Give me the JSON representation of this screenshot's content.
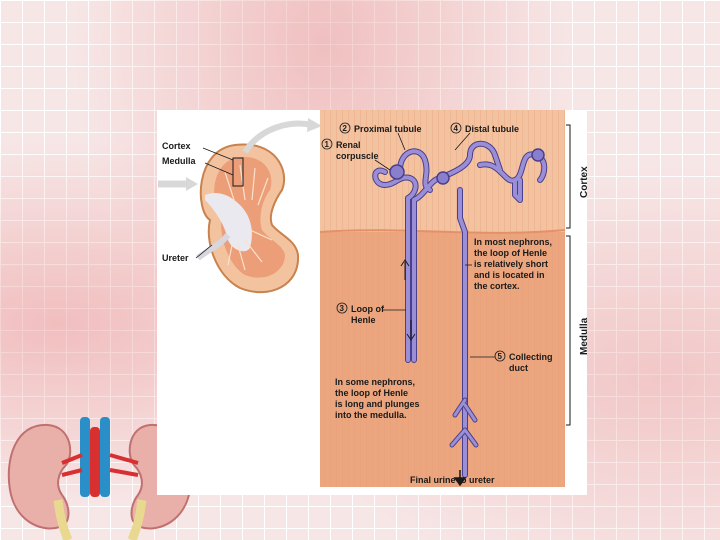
{
  "kidney_labels": {
    "cortex": "Cortex",
    "medulla": "Medulla",
    "ureter": "Ureter"
  },
  "structure_labels": {
    "proximal_tubule": "Proximal tubule",
    "distal_tubule": "Distal tubule",
    "renal_corpuscle_line1": "Renal",
    "renal_corpuscle_line2": "corpuscle",
    "loop_line1": "Loop of",
    "loop_line2": "Henle",
    "collecting_line1": "Collecting",
    "collecting_line2": "duct",
    "final_urine": "Final urine to ureter"
  },
  "step_numbers": {
    "renal_corpuscle": "1",
    "proximal_tubule": "2",
    "loop_of_henle": "3",
    "distal_tubule": "4",
    "collecting_duct": "5"
  },
  "notes": {
    "short_loop": [
      "In most nephrons,",
      "the loop of Henle",
      "is relatively short",
      "and is located in",
      "the cortex."
    ],
    "long_loop": [
      "In some nephrons,",
      "the loop of Henle",
      "is long and plunges",
      "into the medulla."
    ]
  },
  "region_labels": {
    "cortex": "Cortex",
    "medulla": "Medulla"
  },
  "colors": {
    "cortex_tissue": "#f3c3a0",
    "medulla_tissue": "#eca67e",
    "nephron": "#9a8fd6",
    "nephron_outline": "#4a3f8a",
    "slide_background": "#f7e6e6"
  }
}
